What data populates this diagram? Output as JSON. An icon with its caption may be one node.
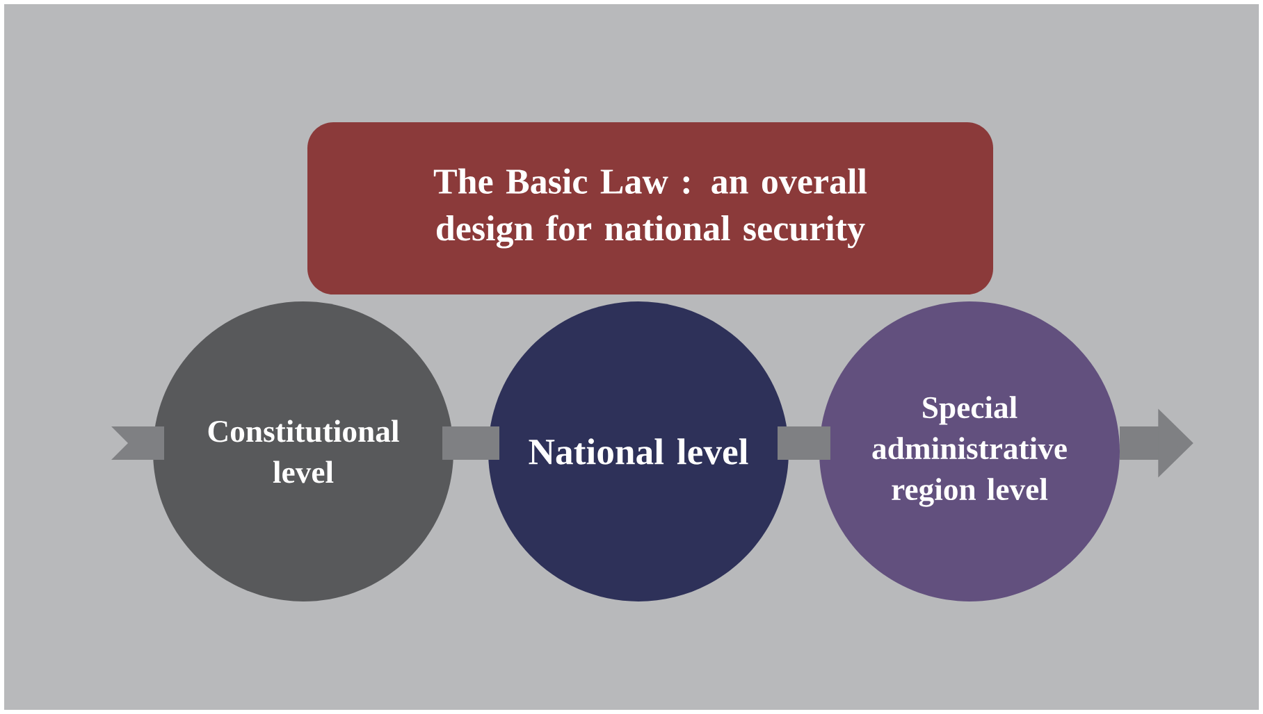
{
  "diagram": {
    "nodes": [
      {
        "text": [
          "The Basic Law : an overall design for national security"
        ]
      },
      {
        "text": [
          "Constitutional level"
        ]
      },
      {
        "text": [
          "National level"
        ]
      },
      {
        "text": [
          "Special administrative region level"
        ]
      }
    ],
    "edges": [
      {
        "from": null,
        "to": 1,
        "arrow": "none"
      },
      {
        "from": 1,
        "to": 2,
        "arrow": "none"
      },
      {
        "from": 2,
        "to": 3,
        "arrow": "none"
      },
      {
        "from": 3,
        "to": null,
        "arrow": "to"
      }
    ]
  }
}
